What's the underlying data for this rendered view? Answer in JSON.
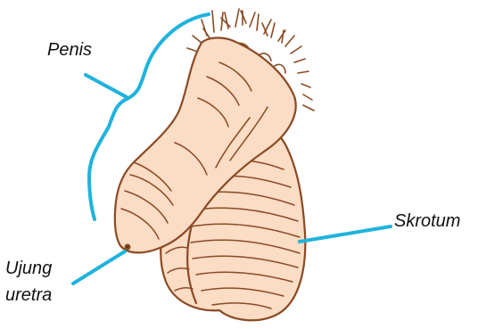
{
  "labels": {
    "penis": "Penis",
    "skrotum": "Skrotum",
    "ujung_uretra_line1": "Ujung",
    "ujung_uretra_line2": "uretra"
  },
  "colors": {
    "skin": "#fbdcc4",
    "outline": "#8a4a24",
    "hair": "#8a4a24",
    "leader": "#1fb3dc",
    "text": "#111111"
  }
}
